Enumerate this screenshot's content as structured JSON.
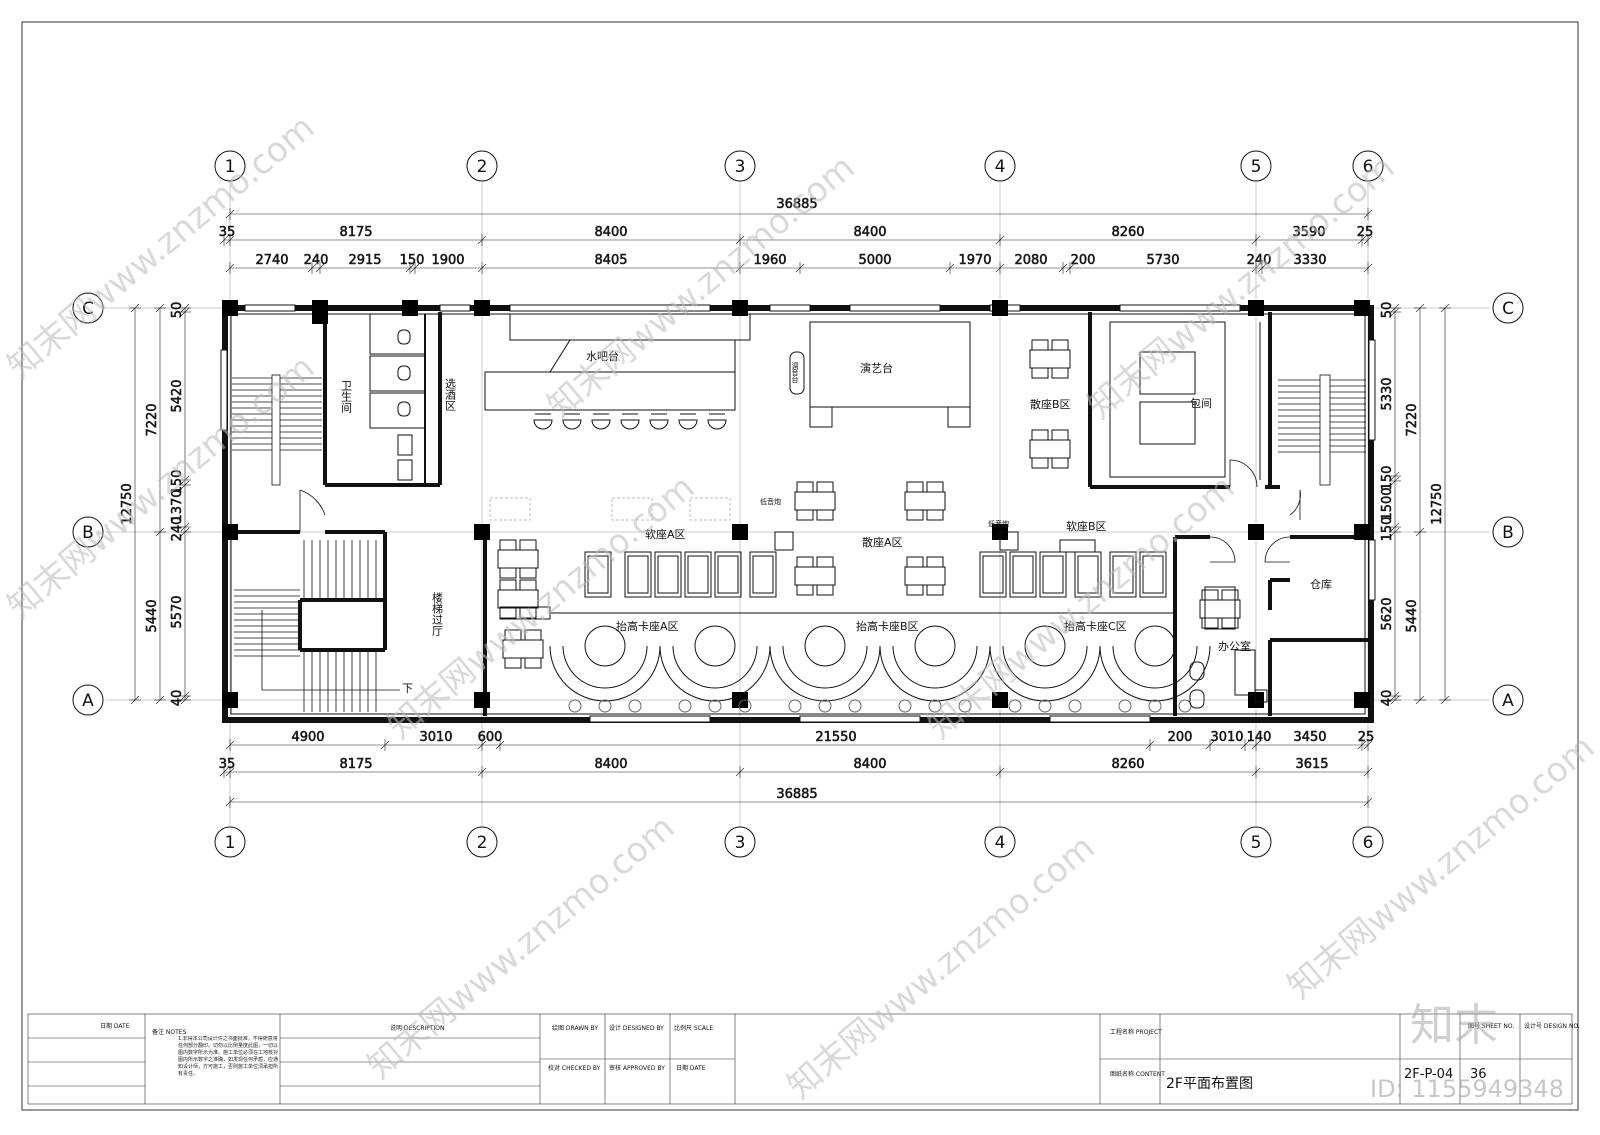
{
  "grid": {
    "columns": [
      "1",
      "2",
      "3",
      "4",
      "5",
      "6"
    ],
    "rows": [
      "A",
      "B",
      "C"
    ]
  },
  "dims_top": {
    "total": "36885",
    "row1": [
      "35",
      "8175",
      "8400",
      "8400",
      "8260",
      "3590",
      "25"
    ],
    "row2": [
      "2740",
      "240",
      "2915",
      "150",
      "1900",
      "8405",
      "1960",
      "5000",
      "1970",
      "2080",
      "200",
      "5730",
      "240",
      "3330"
    ]
  },
  "dims_bottom": {
    "total": "36885",
    "row1": [
      "4900",
      "3010",
      "600",
      "21550",
      "200",
      "3010",
      "140",
      "3450",
      "25"
    ],
    "row2": [
      "35",
      "8175",
      "8400",
      "8400",
      "8260",
      "3615"
    ]
  },
  "dims_left": {
    "outer": [
      "12750"
    ],
    "middle": [
      "7220",
      "5440"
    ],
    "inner": [
      "50",
      "5420",
      "150",
      "1370",
      "240",
      "5570",
      "40"
    ]
  },
  "dims_right": {
    "outer": [
      "12750"
    ],
    "middle": [
      "7220",
      "5440"
    ],
    "inner": [
      "50",
      "5330",
      "150",
      "1500",
      "150",
      "5620",
      "40"
    ]
  },
  "rooms": {
    "restroom": "卫生间",
    "wine_select": "选酒区",
    "water_bar": "水吧台",
    "sound_desk": "调音台",
    "stage": "演艺台",
    "scatter_b": "散座B区",
    "private_room": "包间",
    "subwoofer_left": "低音炮",
    "soft_a": "软座A区",
    "scatter_a": "散座A区",
    "subwoofer_right": "低音炮",
    "soft_b": "软座B区",
    "stair_hall": "楼梯过厅",
    "raised_a": "抬高卡座A区",
    "raised_b": "抬高卡座B区",
    "raised_c": "抬高卡座C区",
    "office": "办公室",
    "storage": "仓库",
    "down": "下"
  },
  "title_block": {
    "date": "日期 DATE",
    "notes_label": "备注 NOTES",
    "notes_text": "1.非得本公司设计许之书面批准，不得随意将任何部分翻印。切勿以比例量度此图，一切以图内数字所示为准。施工单位必须在工地核对图内所示数字之准确，如发现任何矛盾，应通知设计师，方可施工，否则施工单位须承担所有责任。",
    "description": "说明 DESCRIPTION",
    "drawn_by": "绘图 DRAWN BY",
    "designed_by": "设计 DESIGNED BY",
    "scale": "比例尺 SCALE",
    "checked_by": "校对 CHECKED BY",
    "approved_by": "审核 APPROVED BY",
    "date2": "日期 DATE",
    "project_label": "工程名称 PROJECT",
    "content_label": "图纸名称 CONTENT",
    "drawing_title": "2F平面布置图",
    "sheet_no_label": "图号 SHEET NO.",
    "design_no_label": "设计号 DESIGN NO.",
    "sheet_no": "2F-P-04",
    "sheet_index": "36"
  },
  "watermark": {
    "brand": "知末",
    "site": "知末网www.znzmo.com",
    "id": "ID: 1155949348"
  }
}
